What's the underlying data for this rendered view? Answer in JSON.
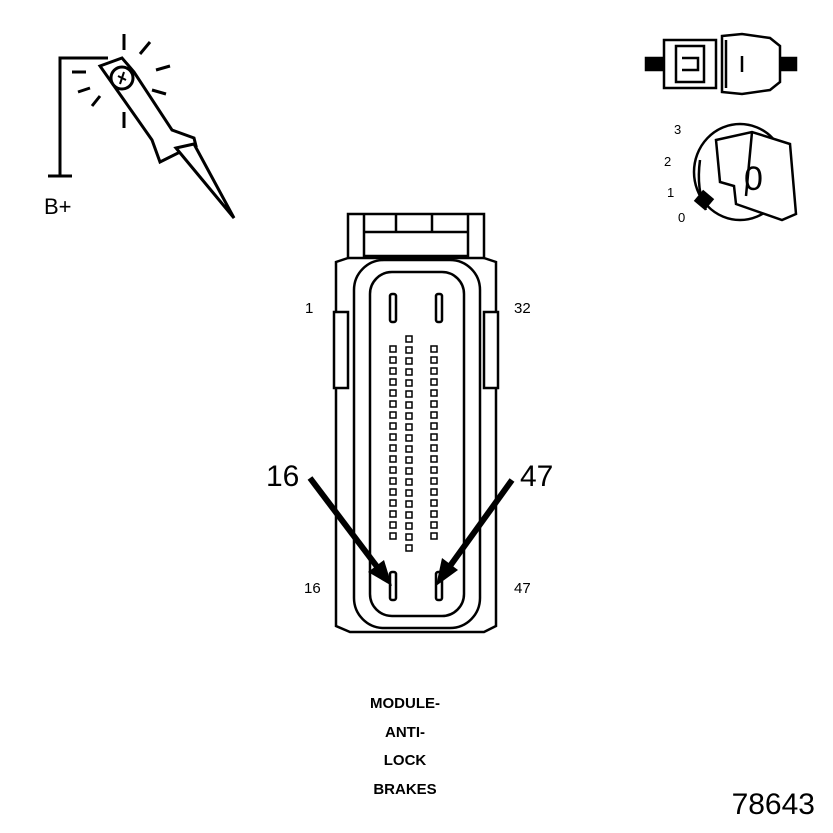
{
  "probe": {
    "label": "B+"
  },
  "ignition": {
    "positions": [
      "3",
      "2",
      "1",
      "0"
    ],
    "key_text": "0"
  },
  "connector": {
    "pin_labels": {
      "top_left": "1",
      "top_right": "32",
      "bottom_left": "16",
      "bottom_right": "47"
    },
    "callouts": {
      "left": "16",
      "right": "47"
    },
    "caption": [
      "MODULE-",
      "ANTI-",
      "LOCK",
      "BRAKES"
    ]
  },
  "figure_number": "78643"
}
